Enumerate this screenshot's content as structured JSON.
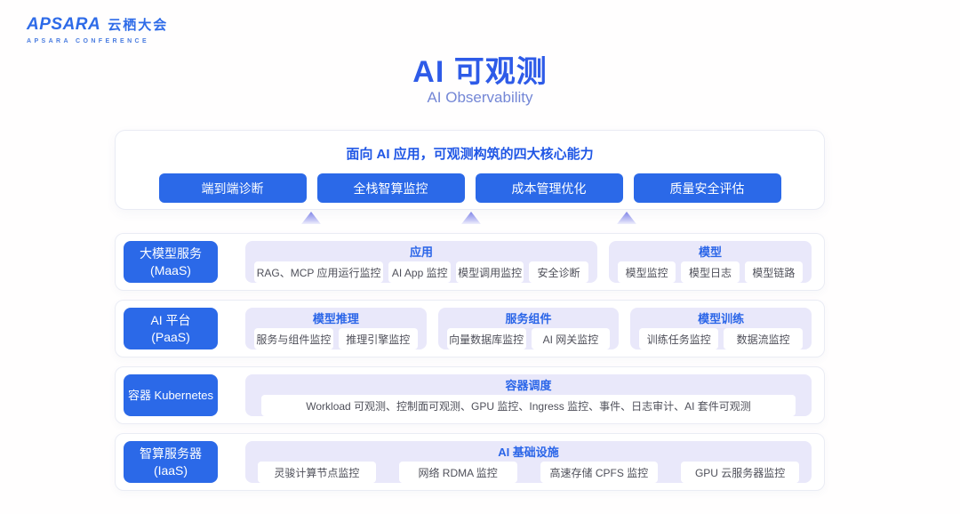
{
  "logo": {
    "brand": "APSARA",
    "brand_cn": "云栖大会",
    "subtitle": "APSARA CONFERENCE"
  },
  "header": {
    "title": "AI 可观测",
    "subtitle": "AI Observability"
  },
  "capabilities": {
    "heading": "面向 AI 应用，可观测构筑的四大核心能力",
    "buttons": [
      "端到端诊断",
      "全栈智算监控",
      "成本管理优化",
      "质量安全评估"
    ]
  },
  "layers": [
    {
      "label": "大模型服务",
      "sublabel": "(MaaS)",
      "groups": [
        {
          "title": "应用",
          "chips": [
            "RAG、MCP 应用运行监控",
            "AI App 监控",
            "模型调用监控",
            "安全诊断"
          ]
        },
        {
          "title": "模型",
          "chips": [
            "模型监控",
            "模型日志",
            "模型链路"
          ]
        }
      ]
    },
    {
      "label": "AI 平台",
      "sublabel": "(PaaS)",
      "groups": [
        {
          "title": "模型推理",
          "chips": [
            "服务与组件监控",
            "推理引擎监控"
          ]
        },
        {
          "title": "服务组件",
          "chips": [
            "向量数据库监控",
            "AI 网关监控"
          ]
        },
        {
          "title": "模型训练",
          "chips": [
            "训练任务监控",
            "数据流监控"
          ]
        }
      ]
    },
    {
      "label": "容器 Kubernetes",
      "sublabel": "",
      "groups": [
        {
          "title": "容器调度",
          "chips": [
            "Workload 可观测、控制面可观测、GPU 监控、Ingress 监控、事件、日志审计、AI 套件可观测"
          ]
        }
      ]
    },
    {
      "label": "智算服务器",
      "sublabel": "(IaaS)",
      "groups": [
        {
          "title": "AI 基础设施",
          "chips": [
            "灵骏计算节点监控",
            "网络 RDMA 监控",
            "高速存储 CPFS 监控",
            "GPU 云服务器监控"
          ]
        }
      ]
    }
  ],
  "colors": {
    "accent_blue": "#2b69e8",
    "title_blue": "#2e5be8",
    "subtitle_blue": "#7487d6",
    "group_bg": "#e9e8fa",
    "group_title_blue": "#2a65e8"
  }
}
